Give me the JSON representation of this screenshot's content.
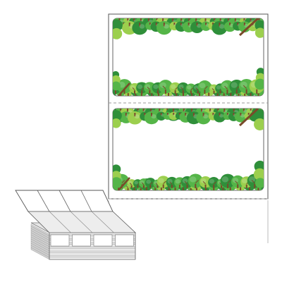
{
  "product": {
    "labels_per_sheet": 2,
    "fanfold_columns": 4,
    "stack_sheets": 12
  },
  "colors": {
    "dark_green": "#2f8f3a",
    "mid_green": "#55b548",
    "light_green": "#9ccf4e",
    "trunk_brown": "#7a4a2a",
    "sheet_outline": "#555555",
    "label_outline": "#666666",
    "perforation": "#999999",
    "stack_gray": "#bdbdbd"
  },
  "icons": {
    "border_motif": "tree-border-icon",
    "stack_motif": "fanfold-stack-icon"
  }
}
